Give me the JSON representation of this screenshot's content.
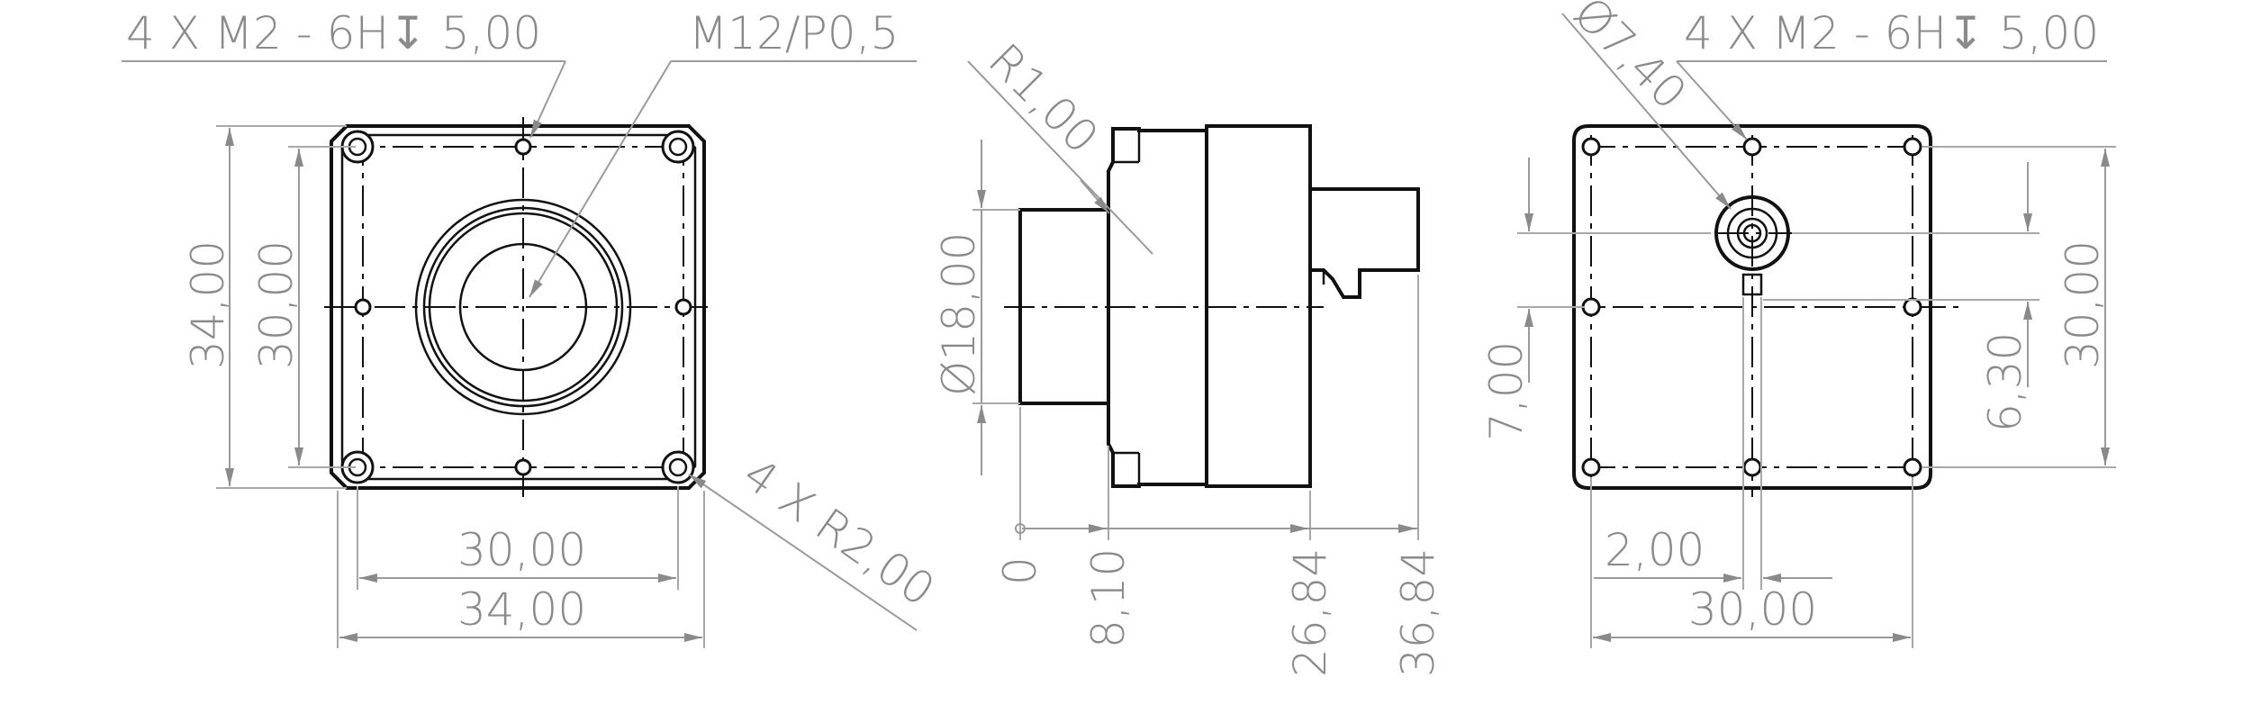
{
  "views": {
    "front": {
      "thread_holes": "4 X M2 - 6H↧ 5,00",
      "lens_thread": "M12/P0,5",
      "height_outer": "34,00",
      "height_inner": "30,00",
      "width_inner": "30,00",
      "width_outer": "34,00",
      "corner_radius": "4 X R2,00"
    },
    "side": {
      "radius": "R1,00",
      "diameter": "Ø18,00",
      "pos_0": "0",
      "pos_1": "8,10",
      "pos_2": "26,84",
      "pos_3": "36,84"
    },
    "back": {
      "hole_diameter": "Ø7,40",
      "thread_holes": "4 X M2 - 6H↧ 5,00",
      "offset_7": "7,00",
      "offset_630": "6,30",
      "height_30": "30,00",
      "width_2": "2,00",
      "width_30": "30,00"
    }
  }
}
